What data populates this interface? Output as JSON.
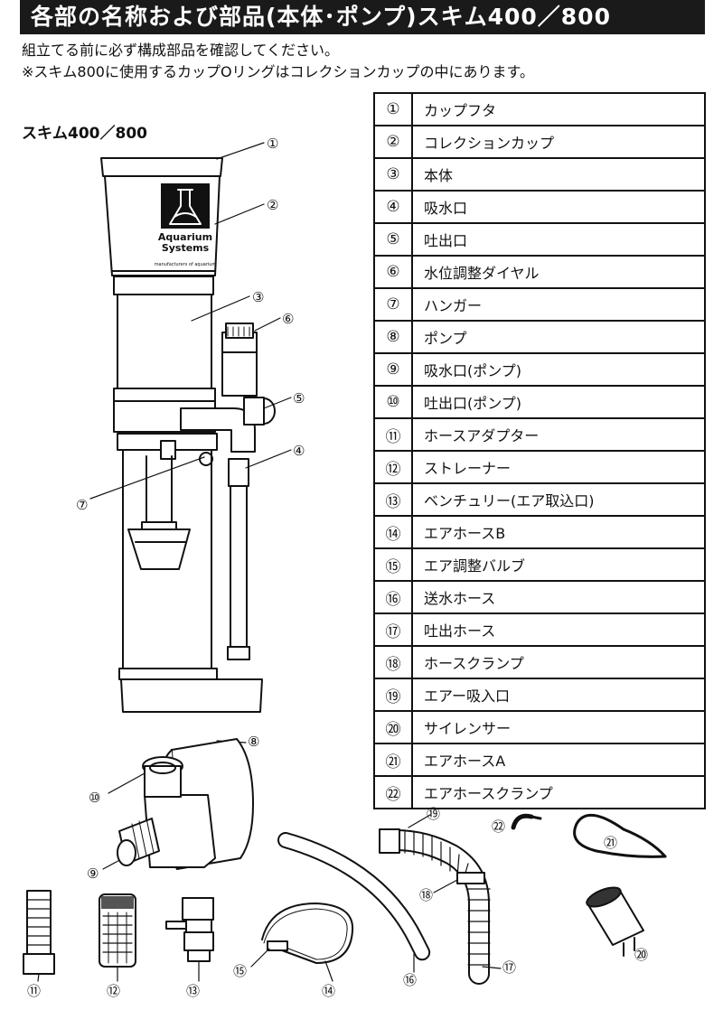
{
  "header": {
    "title": "各部の名称および部品(本体･ポンプ)スキム400／800"
  },
  "intro": {
    "line1": "組立てる前に必ず構成部品を確認してください。",
    "line2": "※スキム800に使用するカップOリングはコレクションカップの中にあります。"
  },
  "model_label": "スキム400／800",
  "brand": {
    "line1": "Aquarium",
    "line2": "Systems",
    "small": "manufacturers of aquarium"
  },
  "parts": [
    {
      "num": "①",
      "name": "カップフタ"
    },
    {
      "num": "②",
      "name": "コレクションカップ"
    },
    {
      "num": "③",
      "name": "本体"
    },
    {
      "num": "④",
      "name": "吸水口"
    },
    {
      "num": "⑤",
      "name": "吐出口"
    },
    {
      "num": "⑥",
      "name": "水位調整ダイヤル"
    },
    {
      "num": "⑦",
      "name": "ハンガー"
    },
    {
      "num": "⑧",
      "name": "ポンプ"
    },
    {
      "num": "⑨",
      "name": "吸水口(ポンプ)"
    },
    {
      "num": "⑩",
      "name": "吐出口(ポンプ)"
    },
    {
      "num": "⑪",
      "name": "ホースアダプター"
    },
    {
      "num": "⑫",
      "name": "ストレーナー"
    },
    {
      "num": "⑬",
      "name": "ベンチュリー(エア取込口)"
    },
    {
      "num": "⑭",
      "name": "エアホースB"
    },
    {
      "num": "⑮",
      "name": "エア調整バルブ"
    },
    {
      "num": "⑯",
      "name": "送水ホース"
    },
    {
      "num": "⑰",
      "name": "吐出ホース"
    },
    {
      "num": "⑱",
      "name": "ホースクランプ"
    },
    {
      "num": "⑲",
      "name": "エアー吸入口"
    },
    {
      "num": "⑳",
      "name": "サイレンサー"
    },
    {
      "num": "㉑",
      "name": "エアホースA"
    },
    {
      "num": "㉒",
      "name": "エアホースクランプ"
    }
  ]
}
